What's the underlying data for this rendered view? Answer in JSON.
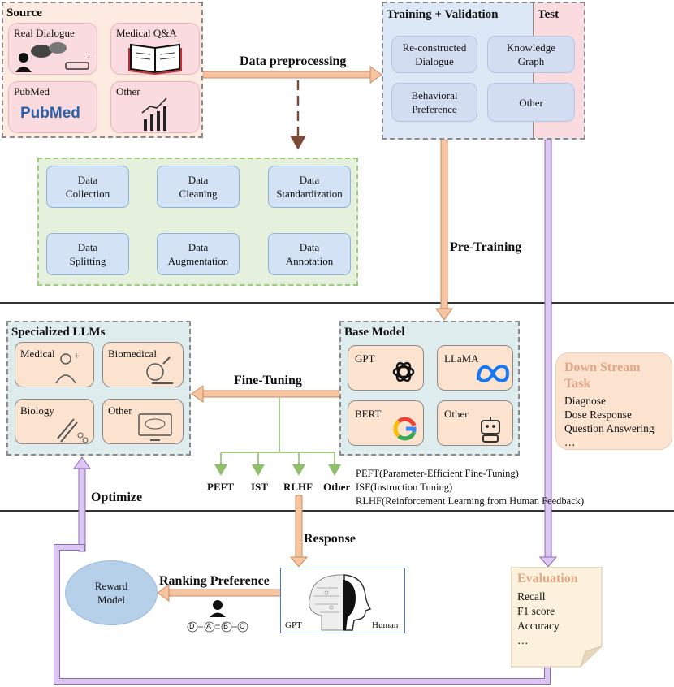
{
  "source": {
    "title": "Source",
    "items": [
      "Real Dialogue",
      "Medical Q&A",
      "PubMed",
      "Other"
    ],
    "pubmed_logo_text_1": "Pub",
    "pubmed_logo_text_2": "Med"
  },
  "train_val": {
    "title": "Training + Validation",
    "test_title": "Test",
    "items": [
      "Re-constructed\nDialogue",
      "Knowledge\nGraph",
      "Behavioral\nPreference",
      "Other"
    ]
  },
  "data_preprocessing_label": "Data preprocessing",
  "pipeline": {
    "steps": [
      "Data\nCollection",
      "Data\nCleaning",
      "Data\nStandardization",
      "Data\nAnnotation",
      "Data\nAugmentation",
      "Data\nSplitting"
    ]
  },
  "pre_training_label": "Pre-Training",
  "specialized": {
    "title": "Specialized LLMs",
    "items": [
      "Medical",
      "Biomedical",
      "Biology",
      "Other"
    ]
  },
  "base_model": {
    "title": "Base Model",
    "items": [
      "GPT",
      "LLaMA",
      "BERT",
      "Other"
    ]
  },
  "fine_tuning_label": "Fine-Tuning",
  "methods": [
    "PEFT",
    "IST",
    "RLHF",
    "Other"
  ],
  "method_legend": [
    "PEFT(Parameter-Efficient Fine-Tuning)",
    "ISF(Instruction Tuning)",
    "RLHF(Reinforcement Learning from Human Feedback)"
  ],
  "downstream": {
    "title": "Down Stream\nTask",
    "items": [
      "Diagnose",
      "Dose Response",
      "Question Answering",
      "…"
    ]
  },
  "optimize_label": "Optimize",
  "response_label": "Response",
  "ranking_label": "Ranking Preference",
  "reward_model": "Reward\nModel",
  "gpt_human": {
    "left": "GPT",
    "right": "Human"
  },
  "ranking_chain": [
    "D",
    "A",
    "B",
    "C"
  ],
  "evaluation": {
    "title": "Evaluation",
    "items": [
      "Recall",
      "F1 score",
      "Accuracy",
      "…"
    ]
  },
  "colors": {
    "orange_arrow": "#f2a97b",
    "purple_arrow": "#c9a6e8",
    "green_line": "#a6cc86",
    "accent_title": "#e2a586"
  }
}
